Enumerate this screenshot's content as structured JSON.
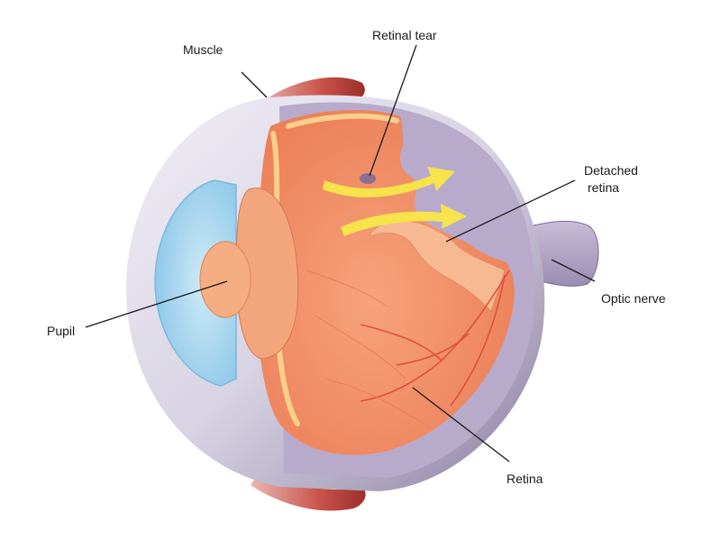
{
  "labels": {
    "muscle": "Muscle",
    "retinal_tear": "Retinal tear",
    "detached_retina_line1": "Detached",
    "detached_retina_line2": "retina",
    "optic_nerve": "Optic nerve",
    "pupil": "Pupil",
    "retina": "Retina"
  },
  "colors": {
    "sclera_outer": "#d9d7e6",
    "sclera_dark": "#8a7e9e",
    "choroid_purple": "#b7a9c9",
    "retina_orange": "#f08c62",
    "retina_light": "#f6b98f",
    "retina_highlight": "#f9cf8a",
    "cornea_blue": "#a9d6ee",
    "muscle_red": "#c7554e",
    "arrow_yellow": "#f7e34a",
    "vessel_red": "#e0503c"
  }
}
